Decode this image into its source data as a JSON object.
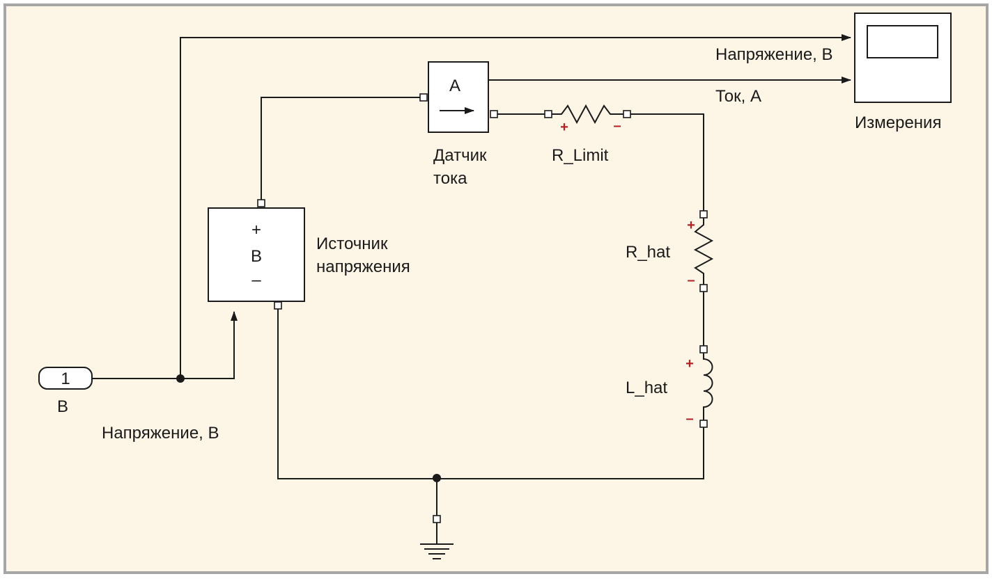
{
  "colors": {
    "background": "#fdf5e6",
    "border": "#a6a6a6",
    "line": "#1a1a1a",
    "polarity": "#b22222"
  },
  "inport": {
    "number": "1",
    "name": "В",
    "signal_label": "Напряжение, В"
  },
  "voltage_source": {
    "plus": "+",
    "symbol": "В",
    "minus": "–",
    "label_line1": "Источник",
    "label_line2": "напряжения"
  },
  "current_sensor": {
    "symbol": "А",
    "label_line1": "Датчик",
    "label_line2": "тока"
  },
  "r_limit": {
    "label": "R_Limit",
    "plus": "+",
    "minus": "–"
  },
  "r_hat": {
    "label": "R_hat",
    "plus": "+",
    "minus": "–"
  },
  "l_hat": {
    "label": "L_hat",
    "plus": "+",
    "minus": "–"
  },
  "scope": {
    "label": "Измерения",
    "signal_voltage": "Напряжение, В",
    "signal_current": "Ток, А"
  },
  "icons": [
    "inport-icon",
    "ammeter-arrow-icon",
    "resistor-icon",
    "inductor-icon",
    "ground-icon",
    "scope-screen-icon"
  ]
}
